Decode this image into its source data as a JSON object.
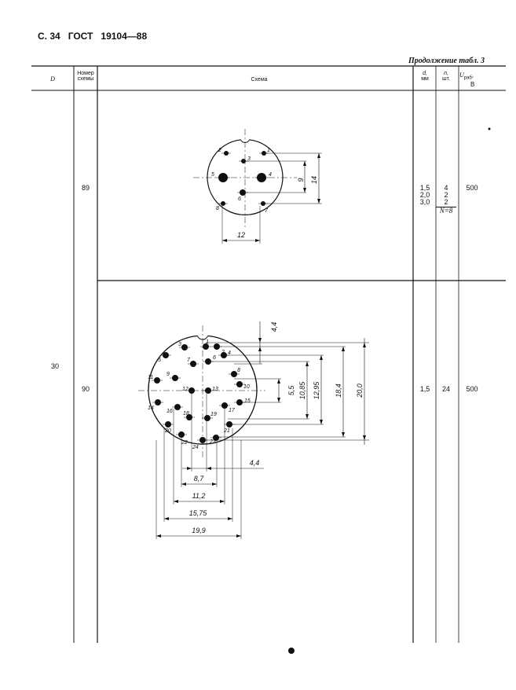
{
  "header": {
    "page": "С. 34",
    "standard": "ГОСТ",
    "number": "19104—88"
  },
  "continuation": "Продолжение табл. 3",
  "columns": {
    "d_col": "D",
    "scheme_no": [
      "Номер",
      "схемы"
    ],
    "scheme": "Схема",
    "dmm": [
      "d,",
      "мм"
    ],
    "count": [
      "n,",
      "шт."
    ],
    "voltage": "U",
    "voltage_sub": "раб",
    "voltage_unit": "В"
  },
  "group_d": "30",
  "rows": [
    {
      "scheme_no": "89",
      "d_values": [
        "1,5",
        "2,0",
        "3,0"
      ],
      "n_values": [
        "4",
        "2",
        "2"
      ],
      "n_total": "N=8",
      "voltage": "500",
      "pins": [
        "1",
        "2",
        "3",
        "4",
        "5",
        "6",
        "7",
        "8"
      ],
      "dims": [
        "9",
        "14",
        "12"
      ]
    },
    {
      "scheme_no": "90",
      "d_values": [
        "1,5"
      ],
      "n_values": [
        "24"
      ],
      "voltage": "500",
      "pins": [
        "1",
        "2",
        "3",
        "4",
        "5",
        "6",
        "7",
        "8",
        "9",
        "10",
        "11",
        "12",
        "13",
        "14",
        "15",
        "16",
        "17",
        "18",
        "19",
        "20",
        "21",
        "22",
        "23",
        "24"
      ],
      "dims_vertical": [
        "4,4",
        "5,5",
        "10,85",
        "12,95",
        "18,4",
        "20,0"
      ],
      "dims_horizontal": [
        "4,4",
        "8,7",
        "11,2",
        "15,75",
        "19,9"
      ]
    }
  ]
}
